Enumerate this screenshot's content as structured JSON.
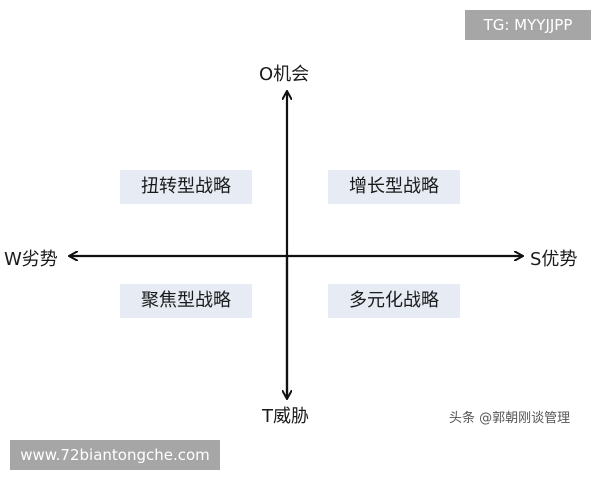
{
  "diagram": {
    "type": "swot-quadrant",
    "axes": {
      "top": "O机会",
      "bottom": "T威胁",
      "left": "W劣势",
      "right": "S优势"
    },
    "quadrants": {
      "top_left": "扭转型战略",
      "top_right": "增长型战略",
      "bottom_left": "聚焦型战略",
      "bottom_right": "多元化战略"
    },
    "colors": {
      "quadrant_bg": "#e6ebf4",
      "axis": "#111111",
      "watermark_bg": "#a6a6a6"
    }
  },
  "watermarks": {
    "top_right": "TG: MYYJJPP",
    "bottom_left": "www.72biantongche.com",
    "credit": "头条 @郭朝刚谈管理"
  }
}
